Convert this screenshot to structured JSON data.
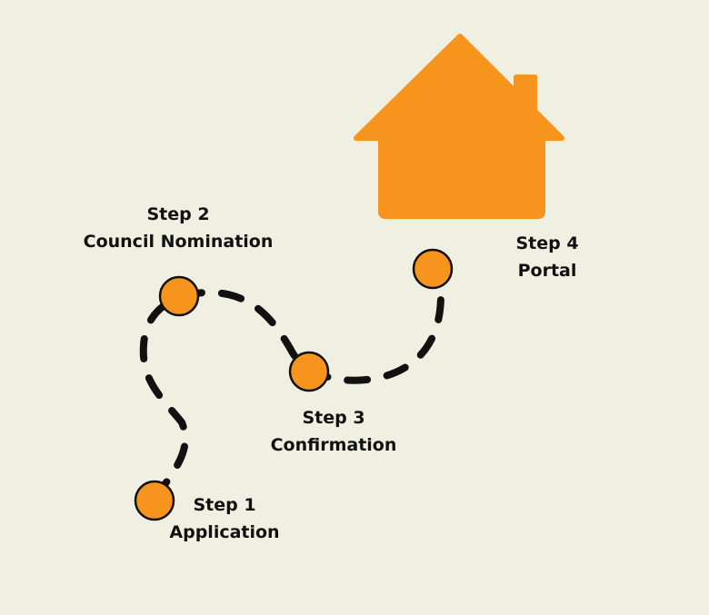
{
  "colors": {
    "background": "#f0f0e2",
    "accent": "#f7941d",
    "path": "#111111"
  },
  "icon": "house-icon",
  "steps": [
    {
      "title": "Step 1",
      "name": "Application"
    },
    {
      "title": "Step 2",
      "name": "Council Nomination"
    },
    {
      "title": "Step 3",
      "name": "Confirmation"
    },
    {
      "title": "Step 4",
      "name": "Portal"
    }
  ]
}
